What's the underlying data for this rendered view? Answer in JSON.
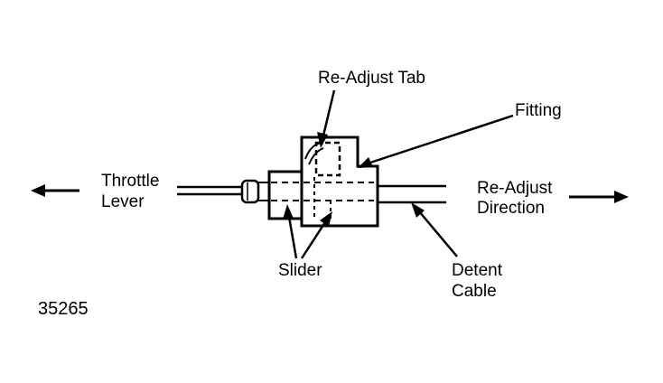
{
  "labels": {
    "readjust_tab": "Re-Adjust Tab",
    "fitting": "Fitting",
    "throttle_line1": "Throttle",
    "throttle_line2": "Lever",
    "readjust_dir_line1": "Re-Adjust",
    "readjust_dir_line2": "Direction",
    "slider": "Slider",
    "detent_line1": "Detent",
    "detent_line2": "Cable"
  },
  "figure_number": "35265"
}
